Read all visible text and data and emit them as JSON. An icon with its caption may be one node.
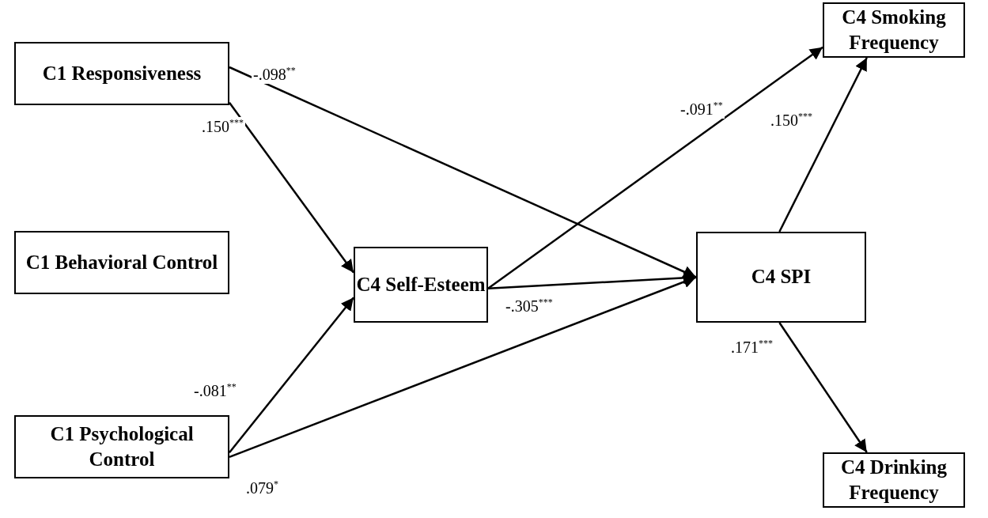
{
  "diagram": {
    "nodes": [
      {
        "text": [
          "C1 Responsiveness"
        ]
      },
      {
        "text": [
          "C1 Behavioral Control"
        ]
      },
      {
        "text": [
          "C1 Psychological Control"
        ]
      },
      {
        "text": [
          "C4 Self-Esteem"
        ]
      },
      {
        "text": [
          "C4 SPI"
        ]
      },
      {
        "text": [
          "C4 Smoking Frequency"
        ]
      },
      {
        "text": [
          "C4 Drinking Frequency"
        ]
      }
    ],
    "edges": [
      {
        "from": 0,
        "to": 3,
        "arrow": "to",
        "label": ".150$^{***}$"
      },
      {
        "from": 0,
        "to": 4,
        "arrow": "to",
        "label": "-.098$^{**}$"
      },
      {
        "from": 2,
        "to": 3,
        "arrow": "to",
        "label": "-.081$^{**}$"
      },
      {
        "from": 2,
        "to": 4,
        "arrow": "to",
        "label": ".079$^{*}$"
      },
      {
        "from": 3,
        "to": 4,
        "arrow": "to",
        "label": "-.305$^{***}$"
      },
      {
        "from": 3,
        "to": 5,
        "arrow": "to",
        "label": "-.091$^{**}$"
      },
      {
        "from": 4,
        "to": 5,
        "arrow": "to",
        "label": ".150$^{***}$"
      },
      {
        "from": 4,
        "to": 6,
        "arrow": "to",
        "label": ".171$^{***}$"
      }
    ]
  }
}
